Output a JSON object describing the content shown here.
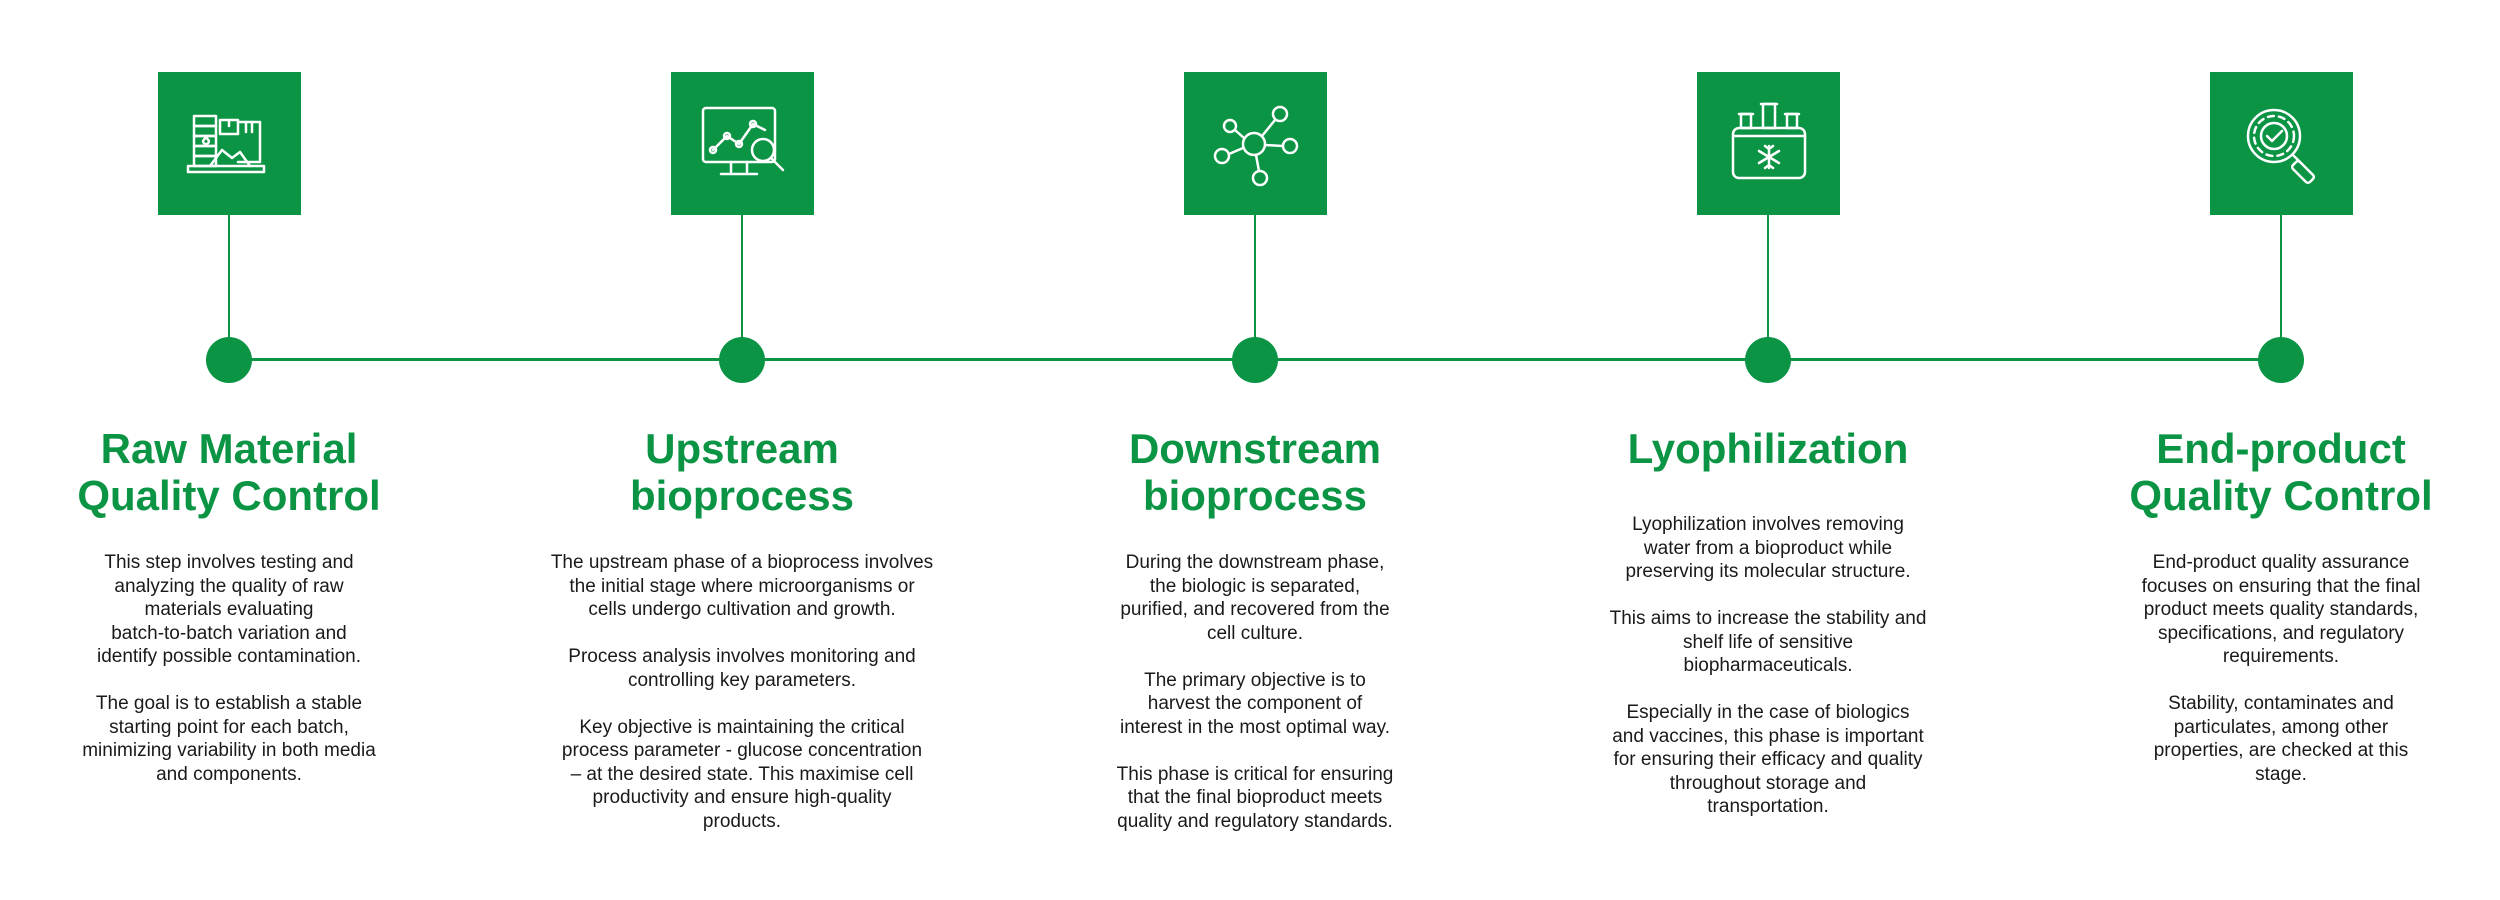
{
  "colors": {
    "accent": "#0a9444",
    "text": "#1a1a1a",
    "background": "#ffffff"
  },
  "stages": [
    {
      "icon": "raw-materials-icon",
      "title": "Raw Material\nQuality Control",
      "paragraphs": [
        "This step involves testing and\nanalyzing the quality of raw\nmaterials evaluating\nbatch-to-batch variation and\nidentify possible contamination.",
        "The goal is to establish a stable\nstarting point for each batch,\nminimizing variability in both media\nand components."
      ]
    },
    {
      "icon": "monitor-analysis-icon",
      "title": "Upstream\nbioprocess",
      "paragraphs": [
        "The upstream phase of a bioprocess involves\nthe initial stage where microorganisms or\ncells undergo cultivation and growth.",
        "Process analysis involves monitoring and\ncontrolling key parameters.",
        "Key objective is maintaining the critical\nprocess parameter - glucose concentration\n– at the desired state. This maximise cell\nproductivity and ensure high-quality\nproducts."
      ]
    },
    {
      "icon": "molecule-icon",
      "title": "Downstream\nbioprocess",
      "paragraphs": [
        "During the downstream phase,\nthe biologic is separated,\npurified, and recovered from the\ncell culture.",
        "The primary objective is to\nharvest the component of\ninterest in the most optimal way.",
        "This phase is critical for ensuring\nthat the final bioproduct meets\nquality and regulatory standards."
      ]
    },
    {
      "icon": "freeze-dryer-icon",
      "title": "Lyophilization",
      "paragraphs": [
        "Lyophilization involves removing\nwater from a bioproduct while\npreserving its molecular structure.",
        "This aims to increase the stability and\nshelf life of sensitive\nbiopharmaceuticals.",
        "Especially in the case of biologics\nand vaccines, this phase is important\nfor ensuring their efficacy and quality\nthroughout storage and\ntransportation."
      ]
    },
    {
      "icon": "quality-check-icon",
      "title": "End-product\nQuality Control",
      "paragraphs": [
        "End-product quality assurance\nfocuses on ensuring that the final\nproduct meets quality standards,\nspecifications, and regulatory\nrequirements.",
        "Stability, contaminates and\nparticulates, among other\nproperties, are checked at this\nstage."
      ]
    }
  ]
}
